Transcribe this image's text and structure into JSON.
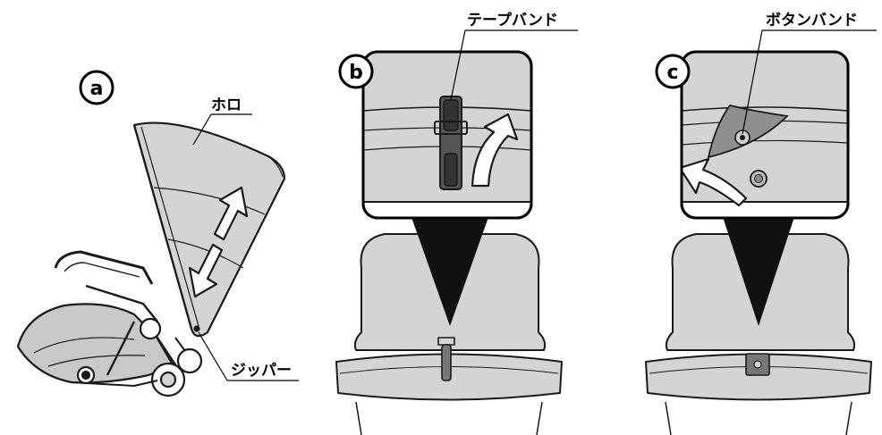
{
  "panels": {
    "a": {
      "badge": "a",
      "callouts": {
        "hood": "ホロ",
        "zipper": "ジッパー"
      }
    },
    "b": {
      "badge": "b",
      "callouts": {
        "tape_band": "テープバンド"
      }
    },
    "c": {
      "badge": "c",
      "callouts": {
        "button_band": "ボタンバンド"
      }
    }
  },
  "colors": {
    "fabric": "#d4d4d4",
    "fabric_dark": "#9a9a9a",
    "strap": "#555555",
    "outline": "#1a1a1a",
    "funnel": "#111111"
  }
}
